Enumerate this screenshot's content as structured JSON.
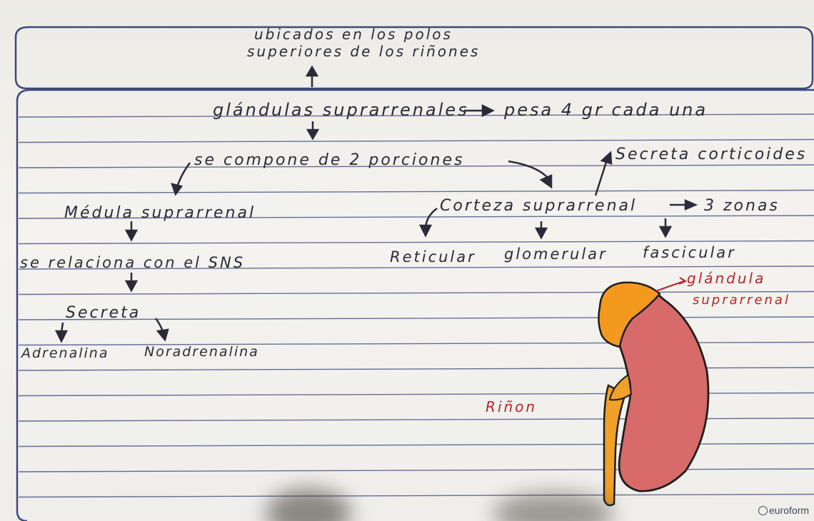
{
  "top_box": {
    "line1": "ubicados en los polos",
    "line2": "superiores de los riñones"
  },
  "title": "glándulas suprarrenales",
  "weight_note": "pesa 4 gr cada una",
  "portions": "se compone de 2 porciones",
  "secreta_corticoides": "Secreta corticoides",
  "medulla": {
    "title": "Médula suprarrenal",
    "relation": "se relaciona con el SNS",
    "secreta": "Secreta",
    "adrenalina": "Adrenalina",
    "noradrenalina": "Noradrenalina"
  },
  "cortex": {
    "title": "Corteza suprarrenal",
    "zones": "3 zonas",
    "reticular": "Reticular",
    "glomerular": "glomerular",
    "fascicular": "fascicular"
  },
  "drawing_labels": {
    "gland_line1": "glándula",
    "gland_line2": "suprarrenal",
    "kidney": "Riñon"
  },
  "brand": "euroform",
  "colors": {
    "ink": "#2b2b38",
    "red_ink": "#b8232a",
    "rule_lines": "#3d4a7a",
    "kidney": "#d97373",
    "gland": "#f39a1e"
  }
}
